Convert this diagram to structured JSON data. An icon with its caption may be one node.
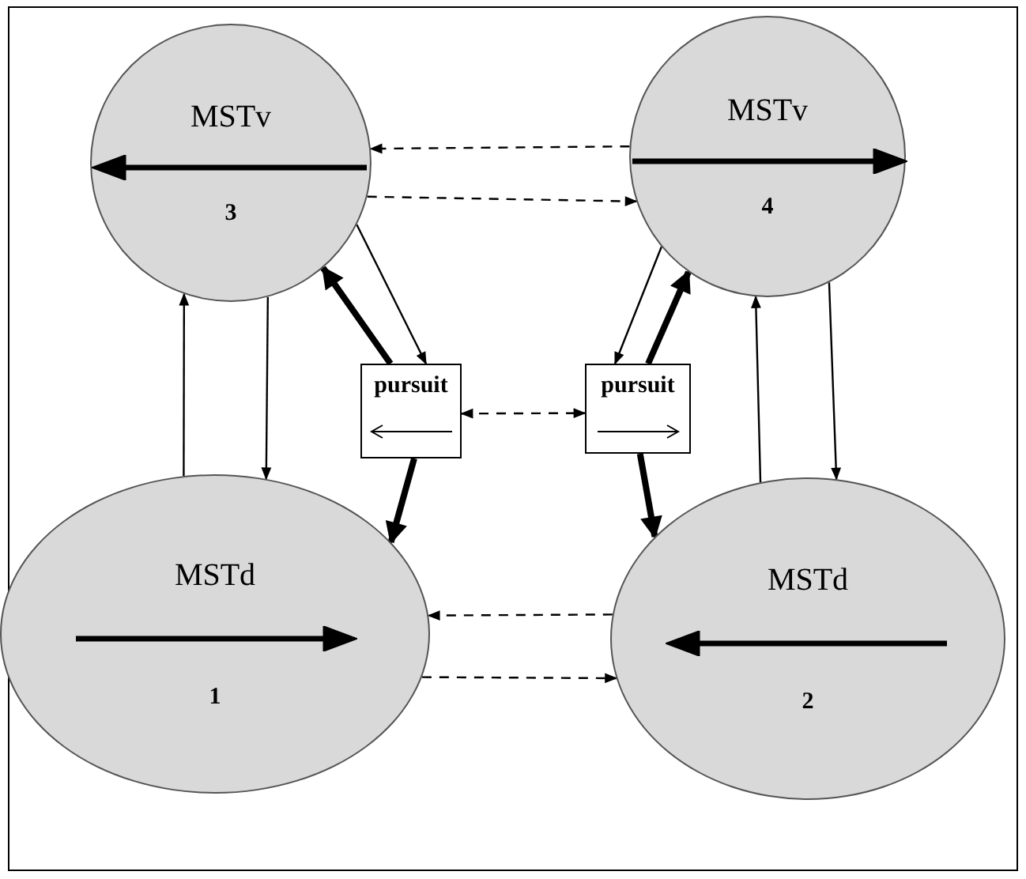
{
  "diagram": {
    "nodes": [
      {
        "text": [
          "MSTv",
          "3"
        ]
      },
      {
        "text": [
          "MSTv",
          "4"
        ]
      },
      {
        "text": [
          "pursuit"
        ]
      },
      {
        "text": [
          "pursuit"
        ]
      },
      {
        "text": [
          "MSTd",
          "1"
        ]
      },
      {
        "text": [
          "MSTd",
          "2"
        ]
      }
    ],
    "edges": [
      {
        "from": 1,
        "to": 0,
        "arrow": "to",
        "style": "dashed"
      },
      {
        "from": 0,
        "to": 1,
        "arrow": "to",
        "style": "dashed"
      },
      {
        "from": 4,
        "to": 0,
        "arrow": "to"
      },
      {
        "from": 0,
        "to": 4,
        "arrow": "to"
      },
      {
        "from": 2,
        "to": 0,
        "arrow": "to",
        "style": "thick"
      },
      {
        "from": 0,
        "to": 2,
        "arrow": "to"
      },
      {
        "from": 2,
        "to": 4,
        "arrow": "to",
        "style": "thick"
      },
      {
        "from": 2,
        "to": 3,
        "arrow": "both",
        "style": "dashed"
      },
      {
        "from": 1,
        "to": 3,
        "arrow": "to"
      },
      {
        "from": 3,
        "to": 1,
        "arrow": "to",
        "style": "thick"
      },
      {
        "from": 3,
        "to": 5,
        "arrow": "to",
        "style": "thick"
      },
      {
        "from": 5,
        "to": 1,
        "arrow": "to"
      },
      {
        "from": 1,
        "to": 5,
        "arrow": "to"
      },
      {
        "from": 5,
        "to": 4,
        "arrow": "to",
        "style": "dashed"
      },
      {
        "from": 4,
        "to": 5,
        "arrow": "to",
        "style": "dashed"
      }
    ]
  }
}
